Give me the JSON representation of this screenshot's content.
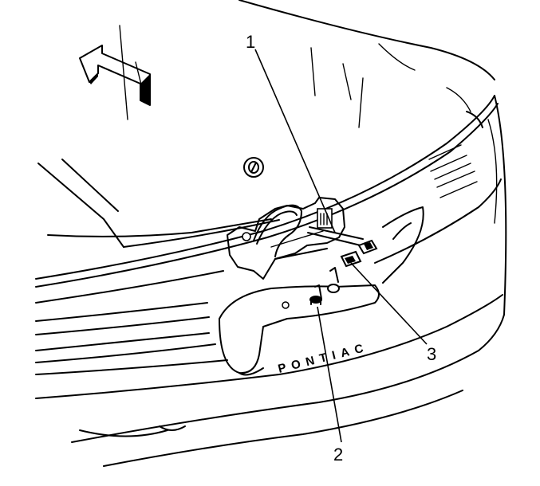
{
  "diagram": {
    "callouts": [
      {
        "id": "1",
        "label": "1"
      },
      {
        "id": "2",
        "label": "2"
      },
      {
        "id": "3",
        "label": "3"
      }
    ],
    "brand_text": "PONTIAC",
    "direction_icon": "front-arrow-icon",
    "colors": {
      "line": "#000000",
      "background": "#ffffff"
    }
  }
}
